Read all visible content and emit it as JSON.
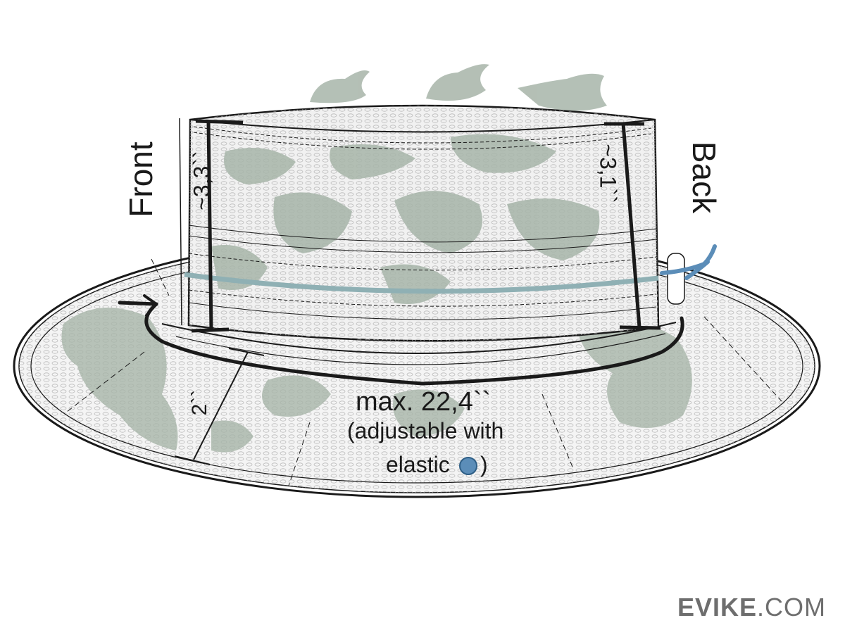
{
  "labels": {
    "front": "Front",
    "back": "Back",
    "front_height": "~3,3``",
    "back_height": "~3,1``",
    "brim_width": "2``",
    "circumference": "max. 22,4``",
    "note_line1": "(adjustable with",
    "note_line2": "elastic",
    "note_close": ")"
  },
  "brand": {
    "bold": "EVIKE",
    "rest": ".COM"
  },
  "colors": {
    "camo": "#a7b5a9",
    "band": "#8fb0b4",
    "elastic_dot": "#5b8db8",
    "outline": "#1a1a1a"
  }
}
